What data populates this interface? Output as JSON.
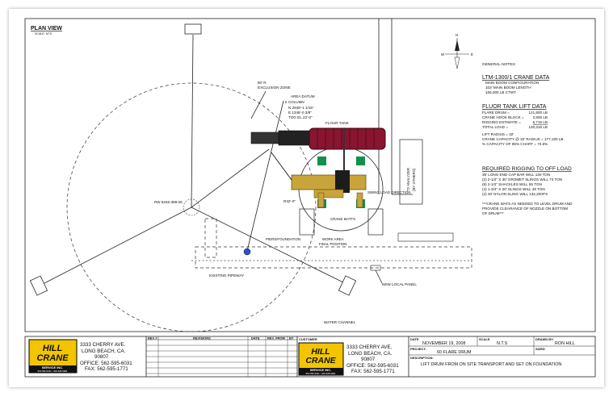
{
  "plan": {
    "title": "PLAN VIEW",
    "scale": "SCALE: NTS",
    "exclusion_zone": [
      "80' R",
      "EXCLUSION ZONE"
    ],
    "area_datum": [
      "AREA DATUM",
      "£ COLUMN",
      "N.2948'-1 1/16\"",
      "E.1346'-0 3/8\"",
      "TOG EL.22'-0\""
    ],
    "flour_tank": "FLOUR TANK",
    "swing_load": "SWING LOAD DIRECTION",
    "radius_label": "R32'-0\"",
    "rw_label": "RW 6346-389.06",
    "crane_matts": "CRANE MATTS",
    "piers": "PIERS/FOUNDATION",
    "work_area": [
      "WORK AREA",
      "FINAL POSITION"
    ],
    "existing_pipeway": "EXISTING PIPEWAY",
    "new_panel": "NEW LOCAL PANEL",
    "water_channel": "WATER CHANNEL",
    "building": [
      "T2 ANALYZER",
      "(BY OTHERS)"
    ],
    "compass": {
      "n": "N",
      "w": "W",
      "e": "E"
    }
  },
  "notes": {
    "general": "GENERAL NOTES:",
    "crane_title": "LTM-1300/1 CRANE DATA",
    "crane_lines": [
      "MAIN BOOM CONFIGURATION",
      "102' MAIN BOOM LENGTH",
      "165,000 LB CTWT"
    ],
    "lift_title": "FLUOR TANK LIFT DATA",
    "lift_rows": [
      {
        "label": "FLARE DRUM =",
        "value": "121,800 LB"
      },
      {
        "label": "CRANE HOOK BLOCK =",
        "value": "2,800 LB"
      },
      {
        "label": "RIGGING ESTIMATE =",
        "value": "5,716 LB"
      },
      {
        "label": "TOTAL LOAD =",
        "value": "130,316 LB"
      }
    ],
    "radius_lines": [
      "LIFT RADIUS = 32'",
      "CRANE CAPACITY @ 32' RADIUS = 177,100 LB",
      "% CAPACITY OF 85% CHART = 73.5%"
    ],
    "rigging_title": "REQUIRED RIGGING TO OFF LOAD",
    "rigging_lines": [
      "35' LONG END CAP BAR WILL 130 TON",
      "(2) 2-1/2\" X 30' GROMET SLINGS WILL 74 TON",
      "(8) 2-1/2\" SHACKLES WILL 55 TON",
      "(4) 1-3/4\" X 20' SLINGS WILL 49 TON",
      "(2) 40' NYLON SLING WILL 132,200#'S"
    ],
    "mats_lines": [
      "***CRANE MATS AS NEEDED TO LEVEL DRUM AND",
      "PROVIDE CLEARANCE OF NOZZLE ON BOTTOM",
      "OF DRUM***"
    ]
  },
  "titleblock": {
    "logo": {
      "line1": "HILL",
      "line2": "CRANE",
      "band": "SERVICE INC.",
      "phone": "562.595.6031 • 909.628.9984"
    },
    "address": [
      "3333 CHERRY AVE.",
      "LONG BEACH, CA.",
      "90807",
      "OFFICE: 562-595-6031",
      "FAX: 562-595-1771"
    ],
    "rev_headers": [
      "REV #",
      "REVISIONS",
      "DATE",
      "REV. FROM",
      "BY"
    ],
    "customer": "CUSTOMER",
    "date_label": "DATE",
    "date_value": "NOVEMBER 19, 2008",
    "scale_label": "SCALE",
    "scale_value": "N.T.S",
    "drawn_label": "DRAWN BY:",
    "drawn_value": "RON HILL",
    "project_label": "PROJECT:",
    "project_value": "60 FLARE DRUM",
    "sized_label": "SIZED",
    "desc_label": "DESCRIPTION:",
    "desc_value": "LIFT DRUM FROM ON SITE TRANSPORT AND SET ON FOUNDATION"
  },
  "colors": {
    "tank": "#8a1530",
    "crane": "#c8a43a",
    "matt": "#10904a",
    "logo": "#f2c500"
  }
}
